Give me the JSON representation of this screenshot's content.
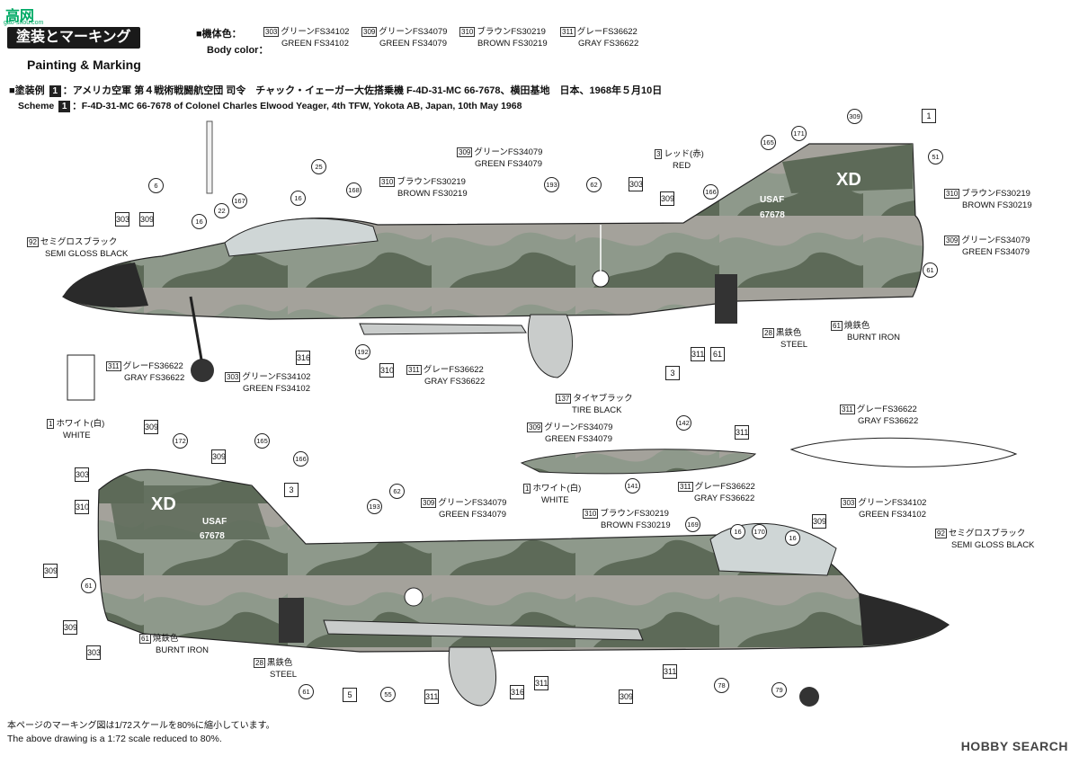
{
  "site_logo": {
    "text": "高网",
    "subtext": "gao-shou.com"
  },
  "section": {
    "title_jp": "塗装とマーキング",
    "title_en": "Painting & Marking"
  },
  "body_color": {
    "label_jp": "■機体色：",
    "label_en": "Body color：",
    "items": [
      {
        "code": "303",
        "jp": "グリーンFS34102",
        "en": "GREEN FS34102"
      },
      {
        "code": "309",
        "jp": "グリーンFS34079",
        "en": "GREEN FS34079"
      },
      {
        "code": "310",
        "jp": "ブラウンFS30219",
        "en": "BROWN FS30219"
      },
      {
        "code": "311",
        "jp": "グレーFS36622",
        "en": "GRAY FS36622"
      }
    ]
  },
  "scheme": {
    "number": "1",
    "jp_prefix": "■塗装例",
    "jp_text": "：アメリカ空軍 第４戦術戦闘航空団 司令　チャック・イェーガー大佐搭乗機 F-4D-31-MC 66-7678、横田基地　日本、1968年５月10日",
    "en_prefix": "Scheme",
    "en_text": "：F-4D-31-MC 66-7678 of Colonel Charles Elwood Yeager, 4th TFW, Yokota AB, Japan, 10th May 1968"
  },
  "markings": {
    "tail_code": "XD",
    "usaf": "USAF",
    "serial": "67678"
  },
  "top_view_callouts": {
    "semi_gloss": {
      "code": "92",
      "jp": "セミグロスブラック",
      "en": "SEMI GLOSS BLACK"
    },
    "green_34079_top": {
      "code": "309",
      "jp": "グリーンFS34079",
      "en": "GREEN FS34079"
    },
    "brown_top": {
      "code": "310",
      "jp": "ブラウンFS30219",
      "en": "BROWN FS30219"
    },
    "red": {
      "code": "3",
      "jp": "レッド(赤)",
      "en": "RED"
    },
    "brown_tail": {
      "code": "310",
      "jp": "ブラウンFS30219",
      "en": "BROWN FS30219"
    },
    "green_tail": {
      "code": "309",
      "jp": "グリーンFS34079",
      "en": "GREEN FS34079"
    },
    "gray_gear": {
      "code": "311",
      "jp": "グレーFS36622",
      "en": "GRAY FS36622"
    },
    "green_gear": {
      "code": "303",
      "jp": "グリーンFS34102",
      "en": "GREEN FS34102"
    },
    "gray_mid": {
      "code": "311",
      "jp": "グレーFS36622",
      "en": "GRAY FS36622"
    },
    "steel": {
      "code": "28",
      "jp": "黒鉄色",
      "en": "STEEL"
    },
    "burnt_iron": {
      "code": "61",
      "jp": "焼鉄色",
      "en": "BURNT IRON"
    },
    "tire": {
      "code": "137",
      "jp": "タイヤブラック",
      "en": "TIRE BLACK"
    },
    "numbers": [
      "309",
      "1",
      "165",
      "171",
      "51",
      "166",
      "6",
      "25",
      "16",
      "168",
      "22",
      "167",
      "303",
      "309",
      "16",
      "193",
      "62",
      "303",
      "309",
      "310",
      "61",
      "192",
      "316",
      "3",
      "311",
      "61"
    ]
  },
  "tank_callouts": {
    "green": {
      "code": "309",
      "jp": "グリーンFS34079",
      "en": "GREEN FS34079"
    },
    "white": {
      "code": "1",
      "jp": "ホワイト(白)",
      "en": "WHITE"
    },
    "gray": {
      "code": "311",
      "jp": "グレーFS36622",
      "en": "GRAY FS36622"
    },
    "gray_right": {
      "code": "311",
      "jp": "グレーFS36622",
      "en": "GRAY FS36622"
    },
    "numbers": [
      "142",
      "311",
      "141"
    ]
  },
  "bottom_view_callouts": {
    "white": {
      "code": "1",
      "jp": "ホワイト(白)",
      "en": "WHITE"
    },
    "green_34079": {
      "code": "309",
      "jp": "グリーンFS34079",
      "en": "GREEN FS34079"
    },
    "brown": {
      "code": "310",
      "jp": "ブラウンFS30219",
      "en": "BROWN FS30219"
    },
    "green_34102": {
      "code": "303",
      "jp": "グリーンFS34102",
      "en": "GREEN FS34102"
    },
    "semi_gloss": {
      "code": "92",
      "jp": "セミグロスブラック",
      "en": "SEMI GLOSS BLACK"
    },
    "burnt_iron": {
      "code": "61",
      "jp": "焼鉄色",
      "en": "BURNT IRON"
    },
    "steel": {
      "code": "28",
      "jp": "黒鉄色",
      "en": "STEEL"
    },
    "numbers": [
      "309",
      "172",
      "165",
      "309",
      "166",
      "3",
      "303",
      "310",
      "309",
      "61",
      "309",
      "303",
      "62",
      "193",
      "169",
      "16",
      "170",
      "16",
      "309",
      "5",
      "55",
      "311",
      "316",
      "311",
      "309",
      "311",
      "78",
      "79",
      "61"
    ]
  },
  "notes": {
    "jp": "本ページのマーキング図は1/72スケールを80%に縮小しています。",
    "en": "The above drawing is a 1:72 scale reduced to 80%."
  },
  "footer": {
    "brand": "HOBBY SEARCH"
  },
  "colors": {
    "green_dark": "#5d6a58",
    "green_light": "#8e998b",
    "brown": "#a4a29b",
    "gray": "#c9cccb",
    "black": "#2a2a2a"
  }
}
